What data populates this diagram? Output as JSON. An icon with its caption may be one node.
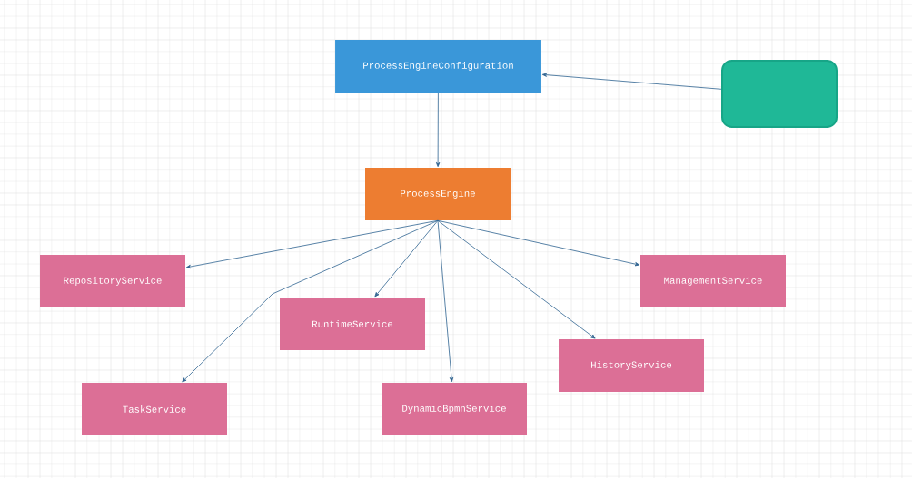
{
  "diagram": {
    "nodes": [
      {
        "text": [
          "ProcessEngineConfiguration"
        ]
      },
      {
        "text": [],
        "shape": "box"
      },
      {
        "text": [
          "ProcessEngine"
        ]
      },
      {
        "text": [
          "RepositoryService"
        ]
      },
      {
        "text": [
          "RuntimeService"
        ]
      },
      {
        "text": [
          "ManagementService"
        ]
      },
      {
        "text": [
          "HistoryService"
        ]
      },
      {
        "text": [
          "TaskService"
        ]
      },
      {
        "text": [
          "DynamicBpmnService"
        ]
      }
    ],
    "edges": [
      {
        "from": 1,
        "to": 0,
        "arrow": "to"
      },
      {
        "from": 0,
        "to": 2,
        "arrow": "to"
      },
      {
        "from": 2,
        "to": 3,
        "arrow": "to"
      },
      {
        "from": 2,
        "to": 4,
        "arrow": "to"
      },
      {
        "from": 2,
        "to": 5,
        "arrow": "to"
      },
      {
        "from": 2,
        "to": 6,
        "arrow": "to"
      },
      {
        "from": 2,
        "to": 7,
        "arrow": "to"
      },
      {
        "from": 2,
        "to": 8,
        "arrow": "to"
      }
    ]
  }
}
